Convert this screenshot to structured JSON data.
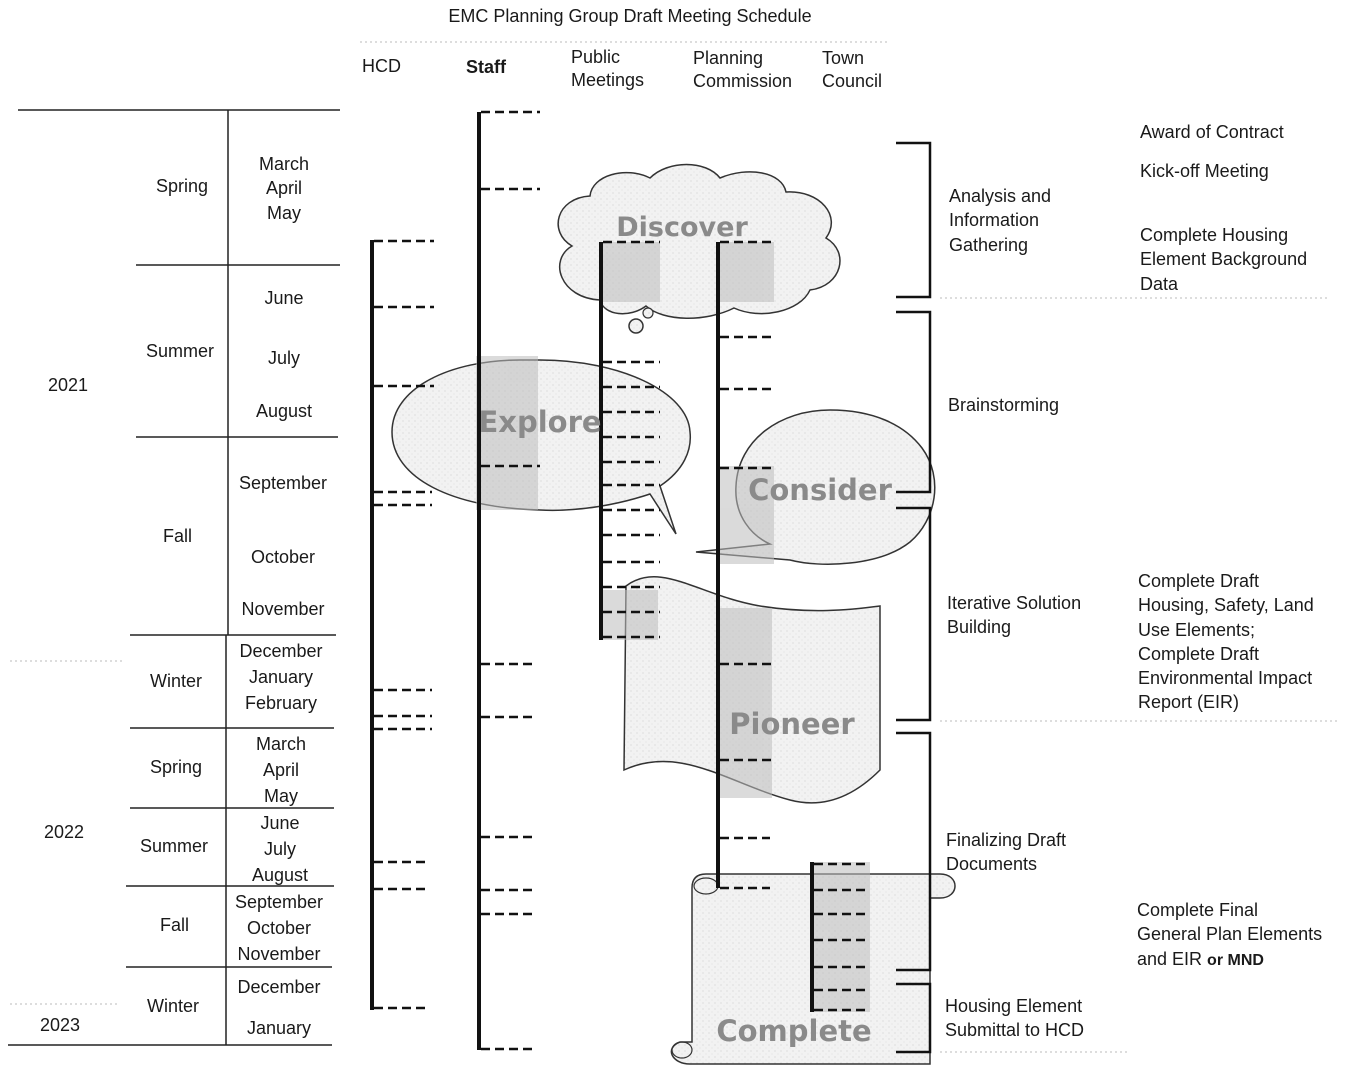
{
  "title": "EMC Planning Group Draft Meeting Schedule",
  "columns": [
    "HCD",
    "Staff",
    "Public Meetings",
    "Planning Commission",
    "Town Council"
  ],
  "years": [
    "2021",
    "2022",
    "2023"
  ],
  "seasons": [
    "Spring",
    "Summer",
    "Fall",
    "Winter",
    "Spring",
    "Summer",
    "Fall",
    "Winter"
  ],
  "months": {
    "spring21": "March\nApril\nMay",
    "june21": "June",
    "july21": "July",
    "august21": "August",
    "september21": "September",
    "october21": "October",
    "november21": "November",
    "winter21": "December\nJanuary\nFebruary",
    "spring22": "March\nApril\nMay",
    "summer22": "June\nJuly\nAugust",
    "fall22": "September\nOctober\nNovember",
    "december22": "December",
    "january23": "January"
  },
  "phases": [
    "Discover",
    "Explore",
    "Consider",
    "Pioneer",
    "Complete"
  ],
  "stages": {
    "analysis": "Analysis and\nInformation\nGathering",
    "brainstorming": "Brainstorming",
    "iterative": "Iterative Solution\nBuilding",
    "finalizing": "Finalizing Draft\nDocuments",
    "submittal": "Housing Element\nSubmittal to HCD"
  },
  "milestones": {
    "award": "Award of Contract",
    "kickoff": "Kick-off Meeting",
    "background": "Complete Housing\nElement Background\nData",
    "drafts": "Complete Draft\nHousing, Safety, Land\nUse Elements;\nComplete Draft\nEnvironmental Impact\nReport (EIR)",
    "final_prefix": "Complete Final\nGeneral Plan Elements\nand EIR ",
    "final_bold": "or MND"
  }
}
